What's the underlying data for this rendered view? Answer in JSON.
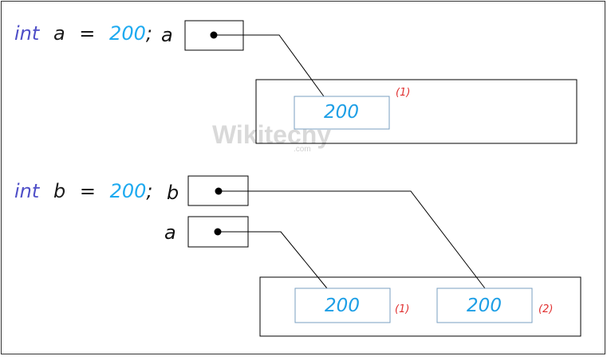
{
  "statements": [
    {
      "keyword": "int",
      "name": "a",
      "eq": "=",
      "value": "200",
      "semi": ";"
    },
    {
      "keyword": "int",
      "name": "b",
      "eq": "=",
      "value": "200",
      "semi": ";"
    }
  ],
  "variables": {
    "a1": "a",
    "b2": "b",
    "a2": "a"
  },
  "objects": {
    "top": {
      "value": "200",
      "ref": "(1)"
    },
    "bottom_left": {
      "value": "200",
      "ref": "(1)"
    },
    "bottom_right": {
      "value": "200",
      "ref": "(2)"
    }
  },
  "watermark": {
    "brand": "Wikitechy",
    "domain": ".com"
  },
  "colors": {
    "keyword": "#5050c8",
    "number": "#1eaaf0",
    "reference": "#e03030",
    "box_stroke": "#000000",
    "inner_box_stroke": "#7a9fc0"
  }
}
